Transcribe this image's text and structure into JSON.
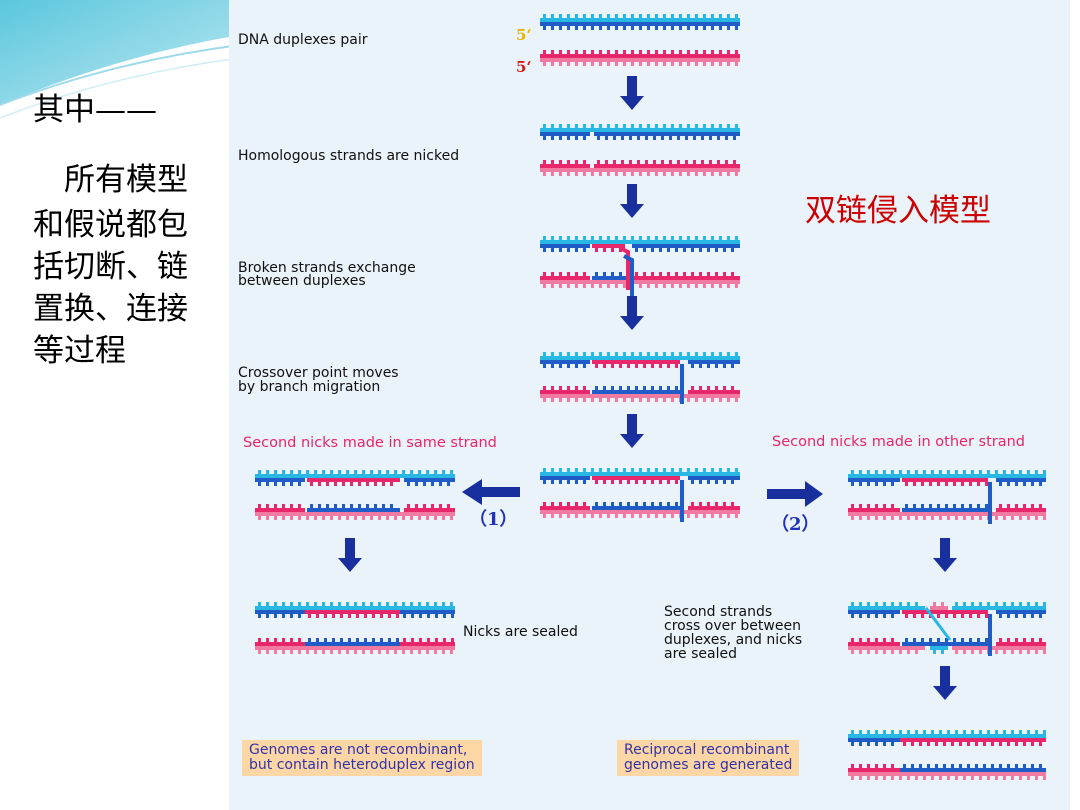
{
  "side_text": {
    "line1": "其中——",
    "line2": "　所有模型",
    "line3": "和假说都包",
    "line4": "括切断、链",
    "line5": "置换、连接",
    "line6": "等过程"
  },
  "model_title": "双链侵入模型",
  "marks": {
    "five_prime_top": "5‘",
    "five_prime_bottom": "5‘"
  },
  "steps": {
    "s1": "DNA duplexes pair",
    "s2": "Homologous strands are nicked",
    "s3a": "Broken strands exchange",
    "s3b": "between duplexes",
    "s4a": "Crossover point moves",
    "s4b": "by branch migration",
    "left_branch": "Second nicks made in same strand",
    "right_branch": "Second nicks made in other strand",
    "path1": "（1）",
    "path2": "（2）",
    "sealed": "Nicks are sealed",
    "cross_a": "Second strands",
    "cross_b": "cross over between",
    "cross_c": "duplexes, and nicks",
    "cross_d": "are sealed",
    "result1a": "Genomes are not recombinant,",
    "result1b": "but contain heteroduplex region",
    "result2a": "Reciprocal recombinant",
    "result2b": "genomes are generated"
  },
  "colors": {
    "blue": "#1f5cc8",
    "cyan": "#29b7e3",
    "red": "#e8266a",
    "pink": "#f07aa0",
    "arrow": "#1a2f9e"
  }
}
